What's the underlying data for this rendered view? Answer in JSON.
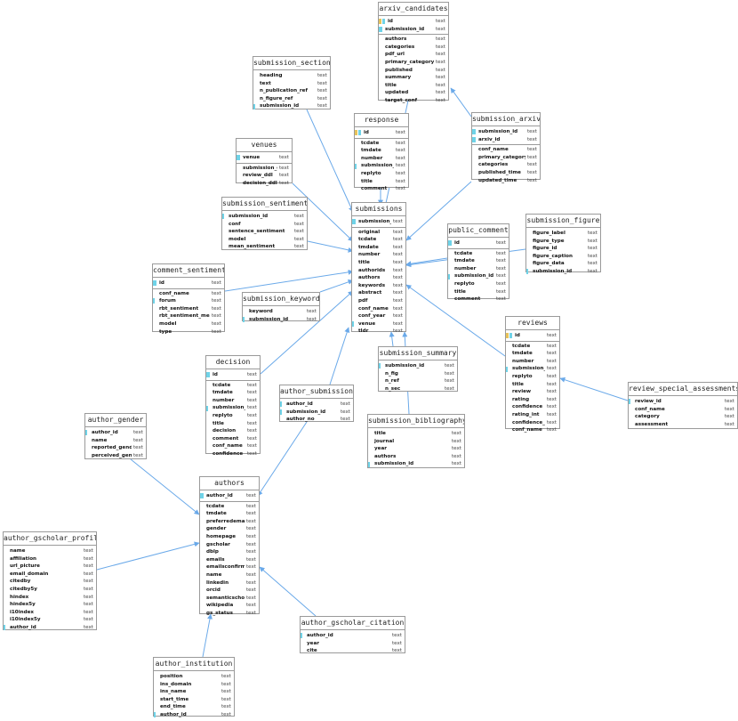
{
  "type_label": "text",
  "tables": {
    "arxiv_candidates": {
      "title": "arxiv_candidates",
      "fields": [
        {
          "name": "id",
          "key": "pk"
        },
        {
          "name": "submission_id",
          "key": "k"
        },
        {
          "name": "authors",
          "key": "",
          "sep": true
        },
        {
          "name": "categories",
          "key": ""
        },
        {
          "name": "pdf_url",
          "key": ""
        },
        {
          "name": "primary_category",
          "key": ""
        },
        {
          "name": "published",
          "key": ""
        },
        {
          "name": "summary",
          "key": ""
        },
        {
          "name": "title",
          "key": ""
        },
        {
          "name": "updated",
          "key": ""
        },
        {
          "name": "target_conf",
          "key": ""
        }
      ]
    },
    "submission_section": {
      "title": "submission_section",
      "fields": [
        {
          "name": "heading",
          "key": ""
        },
        {
          "name": "text",
          "key": ""
        },
        {
          "name": "n_publication_ref",
          "key": ""
        },
        {
          "name": "n_figure_ref",
          "key": ""
        },
        {
          "name": "submission_id",
          "key": "f"
        }
      ]
    },
    "response": {
      "title": "response",
      "fields": [
        {
          "name": "id",
          "key": "pk"
        },
        {
          "name": "tcdate",
          "key": "",
          "sep": true
        },
        {
          "name": "tmdate",
          "key": ""
        },
        {
          "name": "number",
          "key": ""
        },
        {
          "name": "submission_id",
          "key": "f"
        },
        {
          "name": "replyto",
          "key": ""
        },
        {
          "name": "title",
          "key": ""
        },
        {
          "name": "comment",
          "key": ""
        }
      ]
    },
    "submission_arxiv": {
      "title": "submission_arxiv",
      "fields": [
        {
          "name": "submission_id",
          "key": "k"
        },
        {
          "name": "arxiv_id",
          "key": "k"
        },
        {
          "name": "conf_name",
          "key": "",
          "sep": true
        },
        {
          "name": "primary_category",
          "key": ""
        },
        {
          "name": "categories",
          "key": ""
        },
        {
          "name": "published_time",
          "key": ""
        },
        {
          "name": "updated_time",
          "key": ""
        }
      ]
    },
    "venues": {
      "title": "venues",
      "fields": [
        {
          "name": "venue",
          "key": "k"
        },
        {
          "name": "submission_ddl",
          "key": "",
          "sep": true
        },
        {
          "name": "review_ddl",
          "key": ""
        },
        {
          "name": "decision_ddl",
          "key": ""
        }
      ]
    },
    "submission_sentiment": {
      "title": "submission_sentiment",
      "fields": [
        {
          "name": "submission_id",
          "key": "f"
        },
        {
          "name": "conf",
          "key": ""
        },
        {
          "name": "sentence_sentiment",
          "key": ""
        },
        {
          "name": "model",
          "key": ""
        },
        {
          "name": "mean_sentiment",
          "key": ""
        }
      ]
    },
    "submissions": {
      "title": "submissions",
      "fields": [
        {
          "name": "submission_id",
          "key": "k"
        },
        {
          "name": "original",
          "key": "",
          "sep": true
        },
        {
          "name": "tcdate",
          "key": ""
        },
        {
          "name": "tmdate",
          "key": ""
        },
        {
          "name": "number",
          "key": ""
        },
        {
          "name": "title",
          "key": ""
        },
        {
          "name": "authorids",
          "key": ""
        },
        {
          "name": "authors",
          "key": ""
        },
        {
          "name": "keywords",
          "key": ""
        },
        {
          "name": "abstract",
          "key": ""
        },
        {
          "name": "pdf",
          "key": ""
        },
        {
          "name": "conf_name",
          "key": ""
        },
        {
          "name": "conf_year",
          "key": ""
        },
        {
          "name": "venue",
          "key": "f"
        },
        {
          "name": "tldr",
          "key": ""
        }
      ]
    },
    "public_comment": {
      "title": "public_comment",
      "fields": [
        {
          "name": "id",
          "key": "k"
        },
        {
          "name": "tcdate",
          "key": "",
          "sep": true
        },
        {
          "name": "tmdate",
          "key": ""
        },
        {
          "name": "number",
          "key": ""
        },
        {
          "name": "submission_id",
          "key": "f"
        },
        {
          "name": "replyto",
          "key": ""
        },
        {
          "name": "title",
          "key": ""
        },
        {
          "name": "comment",
          "key": ""
        }
      ]
    },
    "submission_figure": {
      "title": "submission_figure",
      "fields": [
        {
          "name": "figure_label",
          "key": ""
        },
        {
          "name": "figure_type",
          "key": ""
        },
        {
          "name": "figure_id",
          "key": ""
        },
        {
          "name": "figure_caption",
          "key": ""
        },
        {
          "name": "figure_data",
          "key": ""
        },
        {
          "name": "submission_id",
          "key": "f"
        }
      ]
    },
    "comment_sentiment": {
      "title": "comment_sentiment",
      "fields": [
        {
          "name": "id",
          "key": "k"
        },
        {
          "name": "conf_name",
          "key": "",
          "sep": true
        },
        {
          "name": "forum",
          "key": "f"
        },
        {
          "name": "rbt_sentiment",
          "key": ""
        },
        {
          "name": "rbt_sentiment_mean",
          "key": ""
        },
        {
          "name": "model",
          "key": ""
        },
        {
          "name": "type",
          "key": ""
        }
      ]
    },
    "submission_keyword": {
      "title": "submission_keyword",
      "fields": [
        {
          "name": "keyword",
          "key": ""
        },
        {
          "name": "submission_id",
          "key": "f"
        }
      ]
    },
    "reviews": {
      "title": "reviews",
      "fields": [
        {
          "name": "id",
          "key": "pk"
        },
        {
          "name": "tcdate",
          "key": "",
          "sep": true
        },
        {
          "name": "tmdate",
          "key": ""
        },
        {
          "name": "number",
          "key": ""
        },
        {
          "name": "submission_id",
          "key": "f"
        },
        {
          "name": "replyto",
          "key": ""
        },
        {
          "name": "title",
          "key": ""
        },
        {
          "name": "review",
          "key": ""
        },
        {
          "name": "rating",
          "key": ""
        },
        {
          "name": "confidence",
          "key": ""
        },
        {
          "name": "rating_int",
          "key": ""
        },
        {
          "name": "confidence_int",
          "key": ""
        },
        {
          "name": "conf_name",
          "key": ""
        }
      ]
    },
    "submission_summary": {
      "title": "submission_summary",
      "fields": [
        {
          "name": "submission_id",
          "key": "f"
        },
        {
          "name": "n_fig",
          "key": ""
        },
        {
          "name": "n_ref",
          "key": ""
        },
        {
          "name": "n_sec",
          "key": ""
        }
      ]
    },
    "decision": {
      "title": "decision",
      "fields": [
        {
          "name": "id",
          "key": "k"
        },
        {
          "name": "tcdate",
          "key": "",
          "sep": true
        },
        {
          "name": "tmdate",
          "key": ""
        },
        {
          "name": "number",
          "key": ""
        },
        {
          "name": "submission_id",
          "key": "f"
        },
        {
          "name": "replyto",
          "key": ""
        },
        {
          "name": "title",
          "key": ""
        },
        {
          "name": "decision",
          "key": ""
        },
        {
          "name": "comment",
          "key": ""
        },
        {
          "name": "conf_name",
          "key": ""
        },
        {
          "name": "confidence",
          "key": ""
        }
      ]
    },
    "author_submission": {
      "title": "author_submission",
      "fields": [
        {
          "name": "author_id",
          "key": "f"
        },
        {
          "name": "submission_id",
          "key": "f"
        },
        {
          "name": "author_no",
          "key": ""
        }
      ]
    },
    "review_special_assessments": {
      "title": "review_special_assessments",
      "fields": [
        {
          "name": "review_id",
          "key": "f"
        },
        {
          "name": "conf_name",
          "key": ""
        },
        {
          "name": "category",
          "key": ""
        },
        {
          "name": "assessment",
          "key": ""
        }
      ]
    },
    "author_gender": {
      "title": "author_gender",
      "fields": [
        {
          "name": "author_id",
          "key": "f"
        },
        {
          "name": "name",
          "key": ""
        },
        {
          "name": "reported_gender",
          "key": ""
        },
        {
          "name": "perceived_gender",
          "key": ""
        }
      ]
    },
    "submission_bibliography": {
      "title": "submission_bibliography",
      "fields": [
        {
          "name": "title",
          "key": ""
        },
        {
          "name": "journal",
          "key": ""
        },
        {
          "name": "year",
          "key": ""
        },
        {
          "name": "authors",
          "key": ""
        },
        {
          "name": "submission_id",
          "key": "f"
        }
      ]
    },
    "authors": {
      "title": "authors",
      "fields": [
        {
          "name": "author_id",
          "key": "k"
        },
        {
          "name": "tcdate",
          "key": "",
          "sep": true
        },
        {
          "name": "tmdate",
          "key": ""
        },
        {
          "name": "preferredemail",
          "key": ""
        },
        {
          "name": "gender",
          "key": ""
        },
        {
          "name": "homepage",
          "key": ""
        },
        {
          "name": "gscholar",
          "key": ""
        },
        {
          "name": "dblp",
          "key": ""
        },
        {
          "name": "emails",
          "key": ""
        },
        {
          "name": "emailsconfirmed",
          "key": ""
        },
        {
          "name": "name",
          "key": ""
        },
        {
          "name": "linkedin",
          "key": ""
        },
        {
          "name": "orcid",
          "key": ""
        },
        {
          "name": "semanticscholar",
          "key": ""
        },
        {
          "name": "wikipedia",
          "key": ""
        },
        {
          "name": "gs_status",
          "key": ""
        }
      ]
    },
    "author_gscholar_profile": {
      "title": "author_gscholar_profile",
      "fields": [
        {
          "name": "name",
          "key": ""
        },
        {
          "name": "affiliation",
          "key": ""
        },
        {
          "name": "url_picture",
          "key": ""
        },
        {
          "name": "email_domain",
          "key": ""
        },
        {
          "name": "citedby",
          "key": ""
        },
        {
          "name": "citedby5y",
          "key": ""
        },
        {
          "name": "hindex",
          "key": ""
        },
        {
          "name": "hindex5y",
          "key": ""
        },
        {
          "name": "i10index",
          "key": ""
        },
        {
          "name": "i10index5y",
          "key": ""
        },
        {
          "name": "author_id",
          "key": "f"
        }
      ]
    },
    "author_gscholar_citation": {
      "title": "author_gscholar_citation",
      "fields": [
        {
          "name": "author_id",
          "key": "f"
        },
        {
          "name": "year",
          "key": ""
        },
        {
          "name": "cite",
          "key": ""
        }
      ]
    },
    "author_institution": {
      "title": "author_institution",
      "fields": [
        {
          "name": "position",
          "key": ""
        },
        {
          "name": "ins_domain",
          "key": ""
        },
        {
          "name": "ins_name",
          "key": ""
        },
        {
          "name": "start_time",
          "key": ""
        },
        {
          "name": "end_time",
          "key": ""
        },
        {
          "name": "author_id",
          "key": "f"
        }
      ]
    }
  },
  "relations": [
    [
      "arxiv_candidates",
      "submissions"
    ],
    [
      "submission_section",
      "submissions"
    ],
    [
      "response",
      "submissions"
    ],
    [
      "submission_arxiv",
      "submissions"
    ],
    [
      "submission_arxiv",
      "arxiv_candidates"
    ],
    [
      "venues",
      "submissions"
    ],
    [
      "submission_sentiment",
      "submissions"
    ],
    [
      "comment_sentiment",
      "submissions"
    ],
    [
      "submission_keyword",
      "submissions"
    ],
    [
      "public_comment",
      "submissions"
    ],
    [
      "submission_figure",
      "submissions"
    ],
    [
      "decision",
      "submissions"
    ],
    [
      "author_submission",
      "submissions"
    ],
    [
      "author_submission",
      "authors"
    ],
    [
      "submission_summary",
      "submissions"
    ],
    [
      "submission_bibliography",
      "submissions"
    ],
    [
      "reviews",
      "submissions"
    ],
    [
      "review_special_assessments",
      "reviews"
    ],
    [
      "author_gender",
      "authors"
    ],
    [
      "author_gscholar_profile",
      "authors"
    ],
    [
      "author_gscholar_citation",
      "authors"
    ],
    [
      "author_institution",
      "authors"
    ]
  ],
  "colors": {
    "edge": "#6aa9e9",
    "border": "#9a9a9a",
    "key": "#6fd3e8",
    "primary_key": "#e6c25a"
  }
}
